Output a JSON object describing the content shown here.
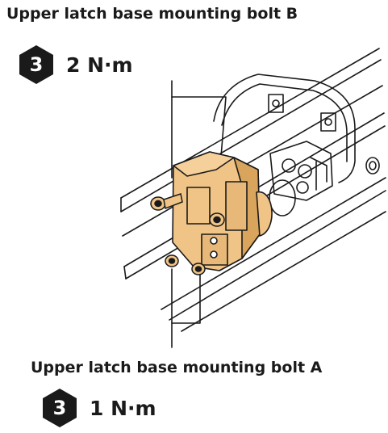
{
  "callout_b": {
    "title": "Upper latch base mounting bolt B",
    "step": "3",
    "torque": "2 N·m"
  },
  "callout_a": {
    "title": "Upper latch base mounting bolt A",
    "step": "3",
    "torque": "1 N·m"
  },
  "colors": {
    "latch_fill": "#f0c486",
    "latch_shade": "#d9a45c",
    "line": "#1a1a1a",
    "badge": "#1a1a1a"
  }
}
